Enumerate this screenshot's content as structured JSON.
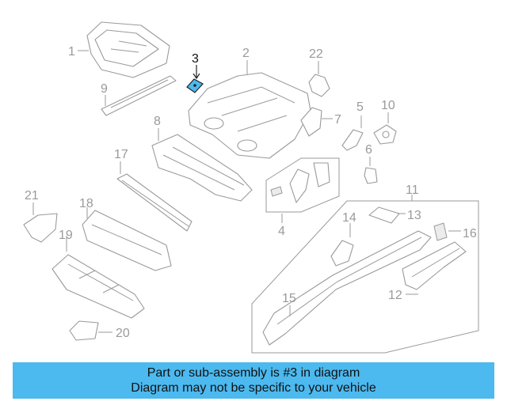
{
  "diagram": {
    "callouts": [
      "1",
      "2",
      "3",
      "4",
      "5",
      "6",
      "7",
      "8",
      "9",
      "10",
      "11",
      "12",
      "13",
      "14",
      "15",
      "16",
      "17",
      "18",
      "19",
      "20",
      "21",
      "22"
    ],
    "highlighted_part": "3",
    "highlight_color": "#4cb9ef",
    "line_color": "#9a9a9a"
  },
  "banner": {
    "line1": "Part or sub-assembly is #3 in diagram",
    "line2": "Diagram may not be specific to your vehicle",
    "background": "#4cb9ef"
  }
}
